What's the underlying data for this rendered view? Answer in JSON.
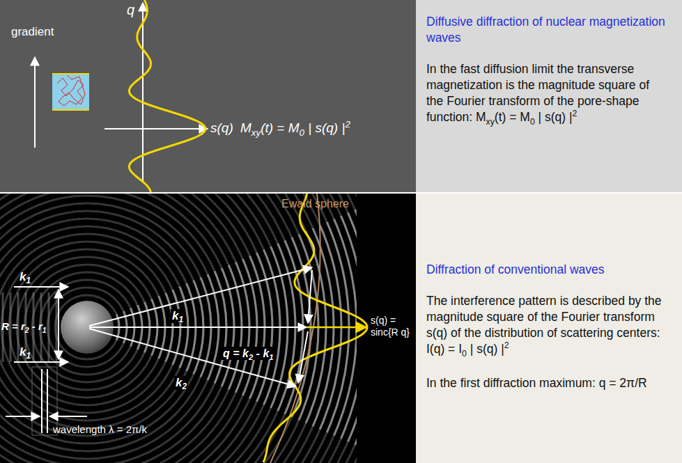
{
  "diagram": {
    "nodes": [
      {
        "text": [
          "Diffusive diffraction of nuclear magnetization waves",
          "In the fast diffusion limit the transverse magnetization is the magnitude square of the Fourier transform of the pore-shape function: Mxy(t) = M0 | s(q) |2"
        ]
      },
      {
        "text": [
          "Diffraction of conventional waves",
          "The interference pattern is described by the magnitude square of the Fourier transform s(q) of the distribution of scattering centers: I(q) = I0 | s(q) |2",
          "In the first diffraction maximum: q = 2π/R"
        ]
      }
    ],
    "labels": [
      "gradient",
      "q",
      "s(q)",
      "Mxy(t) = M0 | s(q) |2",
      "Ewald sphere",
      "k1",
      "R = r2 - r1",
      "k1",
      "q = k2 - k1",
      "s(q) = sinc{R q}",
      "k1",
      "k2",
      "wavelength λ = 2π/k"
    ]
  }
}
